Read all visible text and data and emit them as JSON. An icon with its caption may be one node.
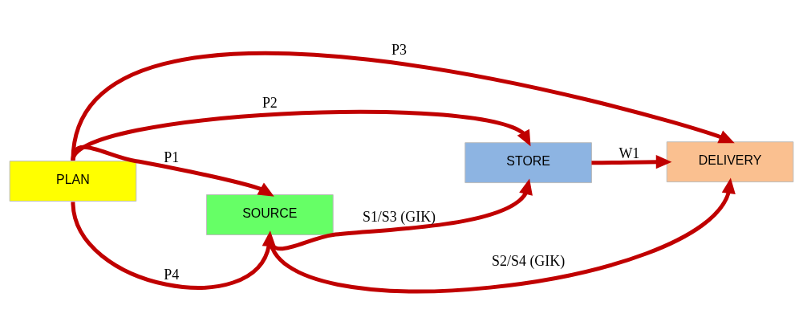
{
  "diagram": {
    "nodes": [
      {
        "text": [
          "PLAN"
        ]
      },
      {
        "text": [
          "SOURCE"
        ]
      },
      {
        "text": [
          "STORE"
        ]
      },
      {
        "text": [
          "DELIVERY"
        ]
      }
    ],
    "edges": [
      {
        "from": 0,
        "to": 1,
        "arrow": "to",
        "label": "P1"
      },
      {
        "from": 0,
        "to": 2,
        "arrow": "to",
        "label": "P2"
      },
      {
        "from": 0,
        "to": 3,
        "arrow": "to",
        "label": "P3"
      },
      {
        "from": 0,
        "to": 1,
        "arrow": "to",
        "label": "P4"
      },
      {
        "from": 2,
        "to": 3,
        "arrow": "to",
        "label": "W1"
      },
      {
        "from": 1,
        "to": 2,
        "arrow": "to",
        "label": "S1/S3 (GIK)"
      },
      {
        "from": 1,
        "to": 3,
        "arrow": "to",
        "label": "S2/S4 (GIK)"
      }
    ]
  }
}
